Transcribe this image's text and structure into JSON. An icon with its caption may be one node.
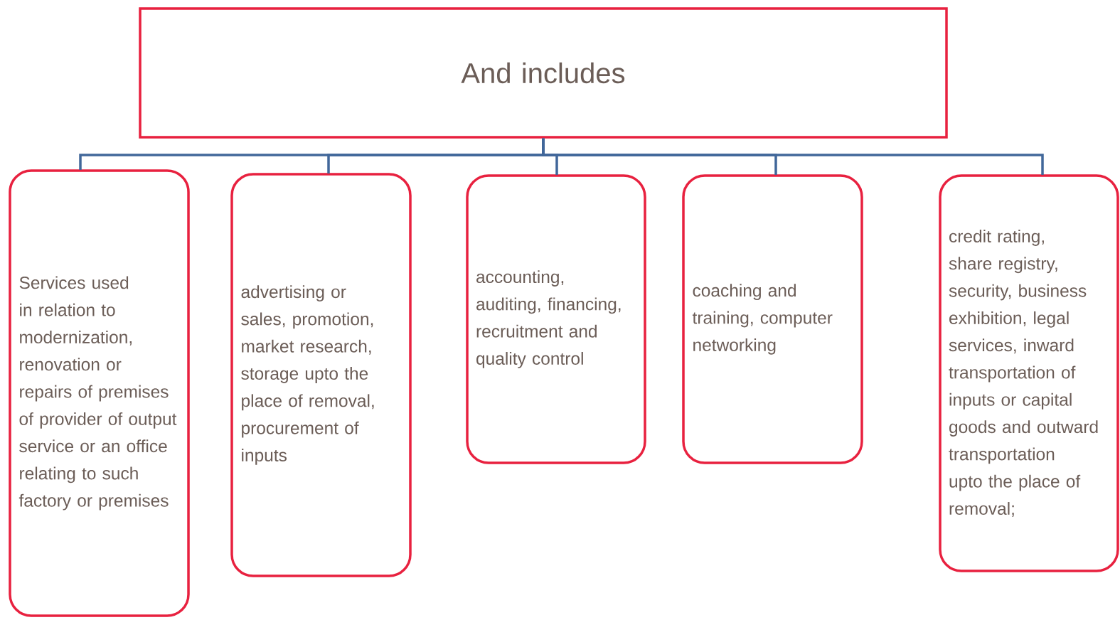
{
  "diagram": {
    "nodes": [
      {
        "text": [
          "And  includes"
        ]
      },
      {
        "text": [
          "Services used in relation to modernization, renovation or repairs of premises of provider of output service or an office relating to such factory or premises"
        ]
      },
      {
        "text": [
          "advertising or sales, promotion, market research, storage upto the place of removal, procurement of inputs"
        ]
      },
      {
        "text": [
          "accounting, auditing, financing, recruitment and quality control"
        ]
      },
      {
        "text": [
          "coaching and training, computer networking"
        ]
      },
      {
        "text": [
          "credit rating, share registry, security, business exhibition, legal services, inward transportation of inputs or capital goods and outward transportation upto the place of removal;"
        ]
      }
    ],
    "edges": [
      {
        "from": 0,
        "to": 1,
        "arrow": "none"
      },
      {
        "from": 0,
        "to": 2,
        "arrow": "none"
      },
      {
        "from": 0,
        "to": 3,
        "arrow": "none"
      },
      {
        "from": 0,
        "to": 4,
        "arrow": "none"
      },
      {
        "from": 0,
        "to": 5,
        "arrow": "none"
      }
    ]
  }
}
